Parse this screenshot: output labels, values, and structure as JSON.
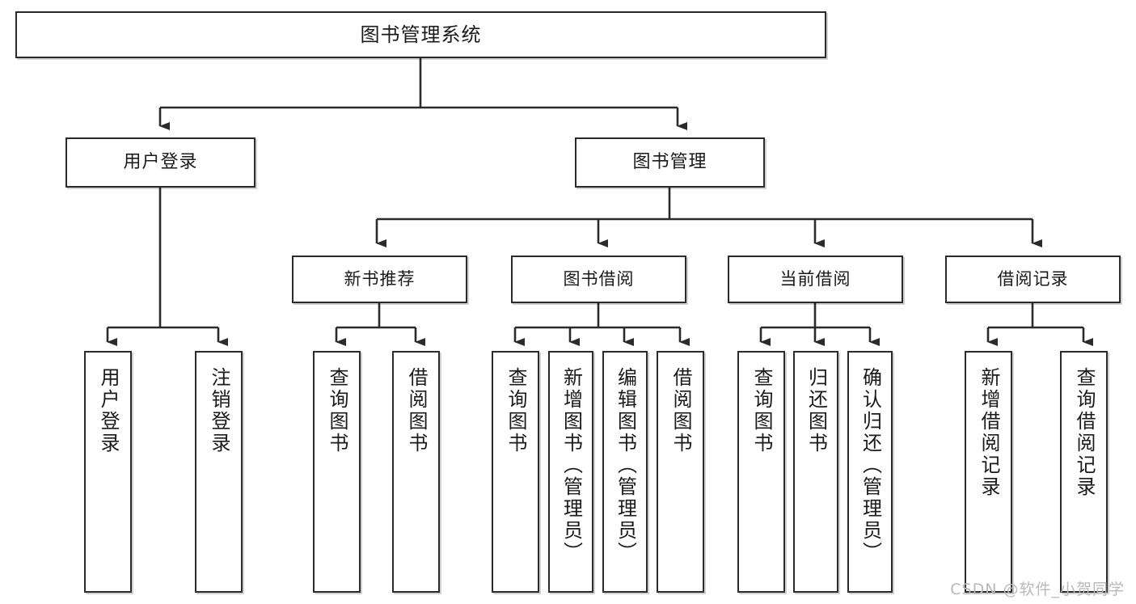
{
  "diagram": {
    "type": "tree-hierarchy",
    "title": "图书管理系统",
    "background": "#ffffff",
    "line_color": "#2b2b2b",
    "text_color": "#1a1a1a",
    "watermark": "CSDN @软件_小贺同学",
    "watermark_color": "#b9b9b9",
    "levels": 4,
    "nodes": {
      "root": {
        "label": "图书管理系统"
      },
      "level2": [
        {
          "id": "user-login",
          "label": "用户登录"
        },
        {
          "id": "book-management",
          "label": "图书管理"
        }
      ],
      "level3": [
        {
          "id": "new-book-recommend",
          "label": "新书推荐",
          "parent": "book-management"
        },
        {
          "id": "book-borrow",
          "label": "图书借阅",
          "parent": "book-management"
        },
        {
          "id": "current-borrow",
          "label": "当前借阅",
          "parent": "book-management"
        },
        {
          "id": "borrow-record",
          "label": "借阅记录",
          "parent": "book-management"
        }
      ],
      "leaves": [
        {
          "id": "leaf-user-login",
          "label": "用户登录",
          "parent": "user-login"
        },
        {
          "id": "leaf-user-logout",
          "label": "注销登录",
          "parent": "user-login"
        },
        {
          "id": "leaf-query-book-1",
          "label": "查询图书",
          "parent": "new-book-recommend"
        },
        {
          "id": "leaf-borrow-book-1",
          "label": "借阅图书",
          "parent": "new-book-recommend"
        },
        {
          "id": "leaf-query-book-2",
          "label": "查询图书",
          "parent": "book-borrow"
        },
        {
          "id": "leaf-add-book",
          "label": "新增图书（管理员）",
          "parent": "book-borrow"
        },
        {
          "id": "leaf-edit-book",
          "label": "编辑图书（管理员）",
          "parent": "book-borrow"
        },
        {
          "id": "leaf-borrow-book-2",
          "label": "借阅图书",
          "parent": "book-borrow"
        },
        {
          "id": "leaf-query-book-3",
          "label": "查询图书",
          "parent": "current-borrow"
        },
        {
          "id": "leaf-return-book",
          "label": "归还图书",
          "parent": "current-borrow"
        },
        {
          "id": "leaf-confirm-return",
          "label": "确认归还（管理员）",
          "parent": "current-borrow"
        },
        {
          "id": "leaf-add-borrow-record",
          "label": "新增借阅记录",
          "parent": "borrow-record"
        },
        {
          "id": "leaf-query-borrow-record",
          "label": "查询借阅记录",
          "parent": "borrow-record"
        }
      ]
    }
  }
}
